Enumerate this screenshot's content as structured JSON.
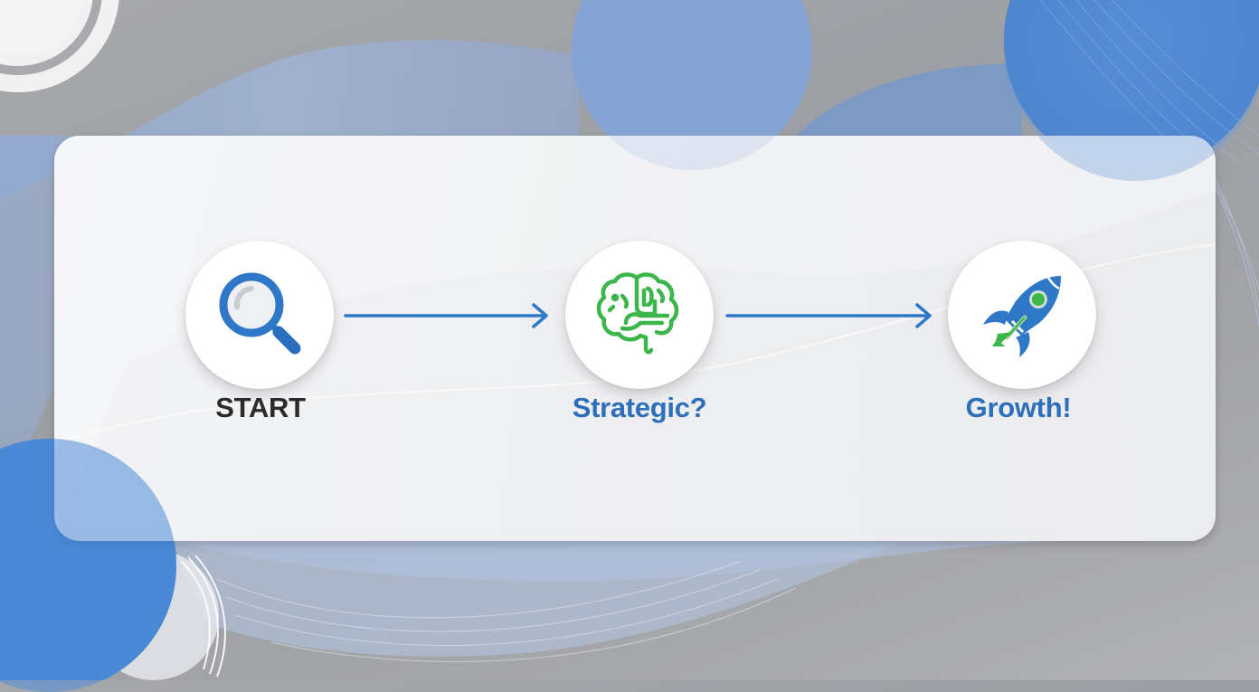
{
  "diagram": {
    "type": "process-flow",
    "steps": [
      {
        "id": "start",
        "label": "START",
        "icon": "magnifying-glass-icon",
        "label_color": "#2b2b2b"
      },
      {
        "id": "strategic",
        "label": "Strategic?",
        "icon": "brain-icon",
        "label_color": "#2e6fba"
      },
      {
        "id": "growth",
        "label": "Growth!",
        "icon": "rocket-icon",
        "label_color": "#2e6fba"
      }
    ],
    "connectors": [
      {
        "from": "start",
        "to": "strategic",
        "style": "arrow"
      },
      {
        "from": "strategic",
        "to": "growth",
        "style": "arrow"
      }
    ]
  },
  "colors": {
    "primary_blue": "#2f78c8",
    "icon_green": "#3cb54a",
    "label_dark": "#2b2b2b",
    "label_blue": "#2e6fba",
    "background_gray": "#a3a4a8",
    "card_white": "#f2f3f5"
  }
}
